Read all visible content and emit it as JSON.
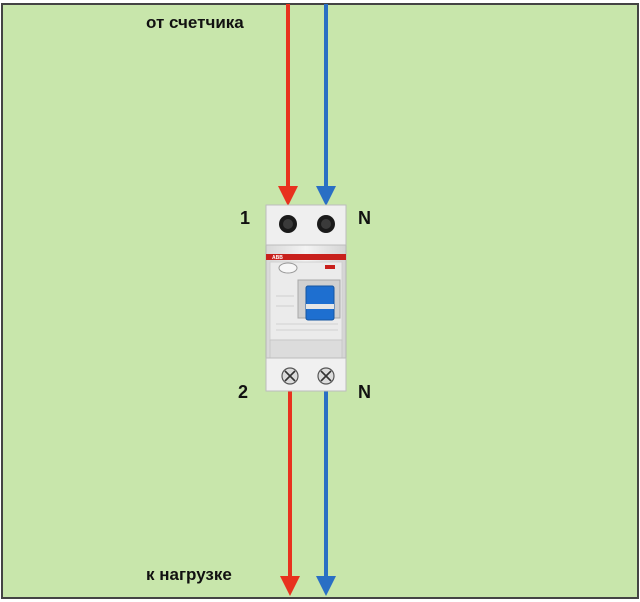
{
  "labels": {
    "source": "от счетчика",
    "load": "к нагрузке",
    "top_left_terminal": "1",
    "top_right_terminal": "N",
    "bottom_left_terminal": "2",
    "bottom_right_terminal": "N"
  },
  "device": {
    "brand": "ABB"
  },
  "colors": {
    "background": "#c8e6ab",
    "phase_wire": "#e8321e",
    "neutral_wire": "#2a6fc4",
    "device_body": "#e9e9e9",
    "device_stripe": "#c8201c",
    "device_toggle": "#1e6fd0"
  }
}
